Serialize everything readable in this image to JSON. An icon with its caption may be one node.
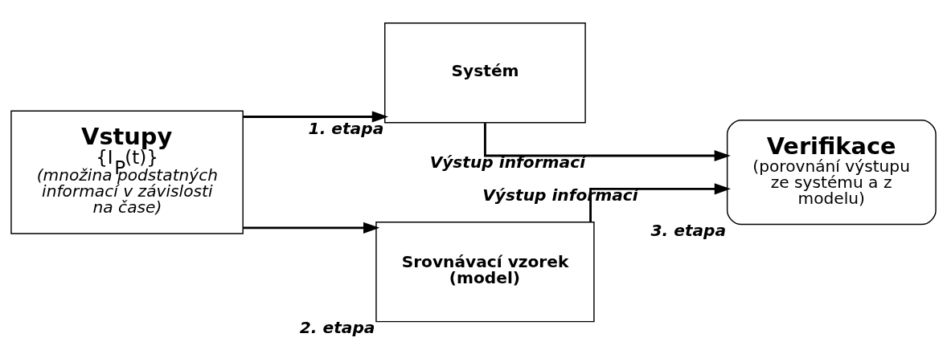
{
  "diagram": {
    "nodes": [
      {
        "text": [
          "Vstupy",
          "{I$_{P}$(t)}",
          "(množina podstatných informací v závislosti na čase)"
        ]
      },
      {
        "text": [
          "Systém"
        ],
        "beside": [
          "1. etapa"
        ]
      },
      {
        "text": [
          "Srovnávací vzorek (model)"
        ],
        "beside": [
          "2. etapa"
        ]
      },
      {
        "text": [
          "Verifikace",
          "(porovnání výstupu ze systému a z modelu)"
        ],
        "beside": [
          "3. etapa"
        ]
      }
    ],
    "edges": [
      {
        "from": 0,
        "to": 1,
        "arrow": "to"
      },
      {
        "from": 0,
        "to": 2,
        "arrow": "to"
      },
      {
        "from": 1,
        "to": 3,
        "arrow": "to",
        "label": "Výstup informací"
      },
      {
        "from": 2,
        "to": 3,
        "arrow": "to",
        "label": "Výstup informací"
      }
    ]
  }
}
